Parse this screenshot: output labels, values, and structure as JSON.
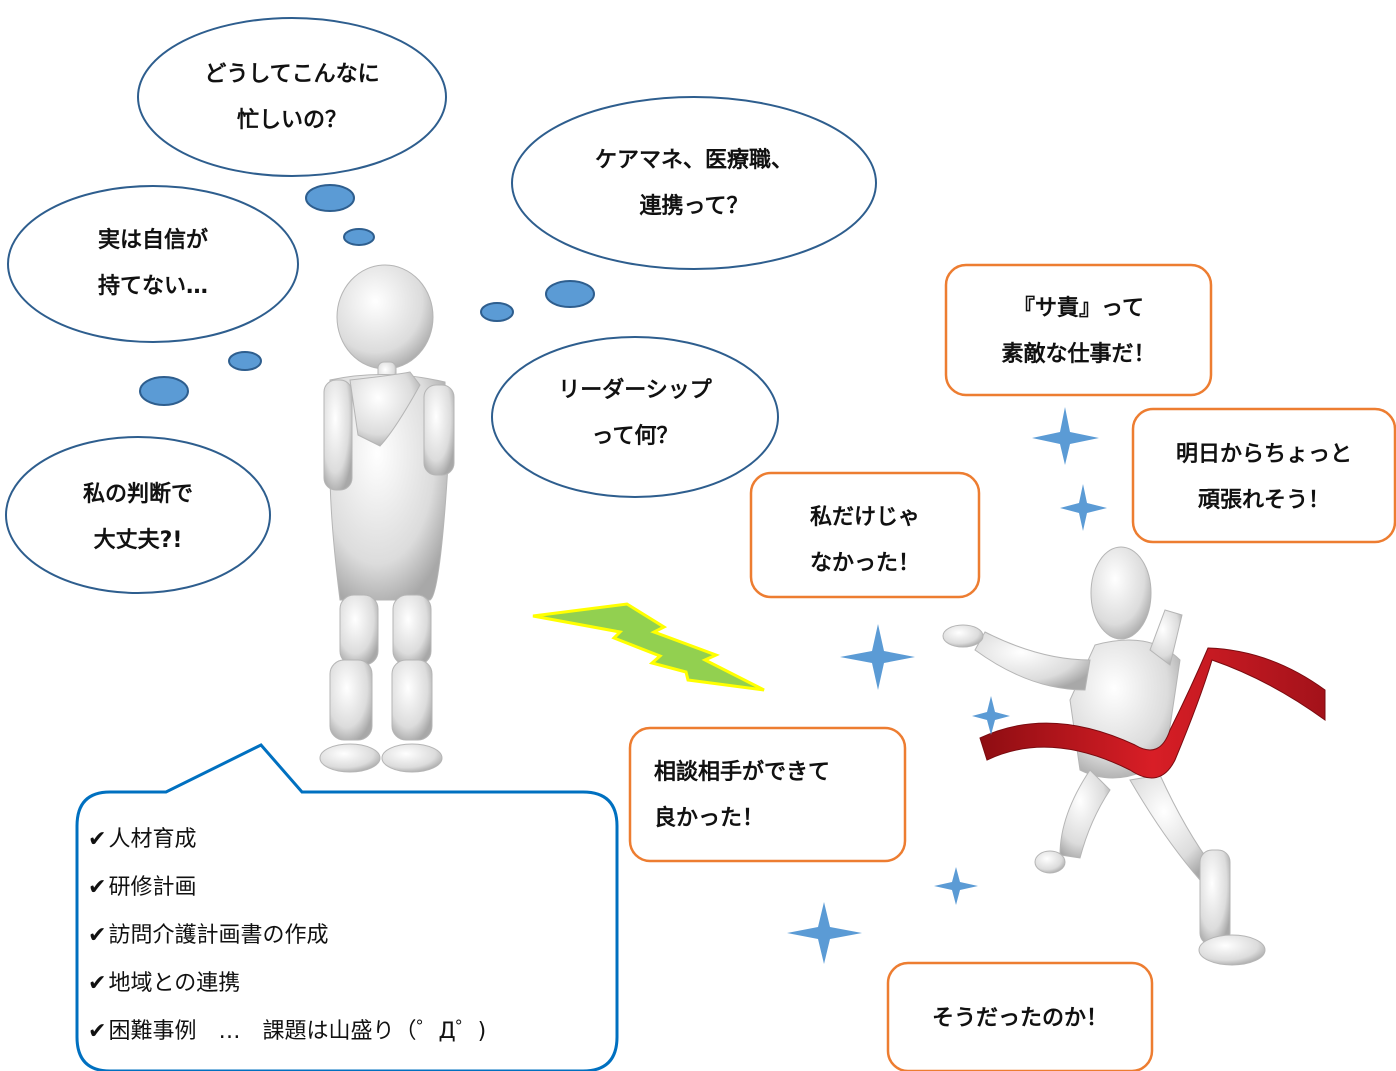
{
  "thought_bubbles": [
    {
      "line1": "どうしてこんなに",
      "line2": "忙しいの？"
    },
    {
      "line1": "ケアマネ、医療職、",
      "line2": "連携って？"
    },
    {
      "line1": "実は自信が",
      "line2": "持てない…"
    },
    {
      "line1": "リーダーシップ",
      "line2": "って何？"
    },
    {
      "line1": "私の判断で",
      "line2": "大丈夫?!"
    }
  ],
  "speech_boxes": [
    {
      "line1": "『サ責』って",
      "line2": "素敵な仕事だ！"
    },
    {
      "line1": "明日からちょっと",
      "line2": "頑張れそう！"
    },
    {
      "line1": "私だけじゃ",
      "line2": "なかった！"
    },
    {
      "line1": "相談相手ができて",
      "line2": "良かった！"
    },
    {
      "line1": "そうだったのか！",
      "line2": ""
    }
  ],
  "check_mark": "✔",
  "task_list": [
    "人材育成",
    "研修計画",
    "訪問介護計画書の作成",
    "地域との連携",
    "困難事例　…　課題は山盛り（゜Д゜)"
  ],
  "colors": {
    "bubble_outline": "#2E5E8E",
    "thought_dot": "#5B9BD5",
    "orange_box": "#ED7D31",
    "callout_outline": "#0070C0",
    "lightning_fill": "#92D050",
    "lightning_outline": "#FFFF00",
    "sparkle": "#5B9BD5",
    "ribbon": "#C0141C"
  },
  "icons": [
    "thinking-figure",
    "running-figure",
    "finish-ribbon",
    "lightning-bolt",
    "sparkle-star"
  ]
}
